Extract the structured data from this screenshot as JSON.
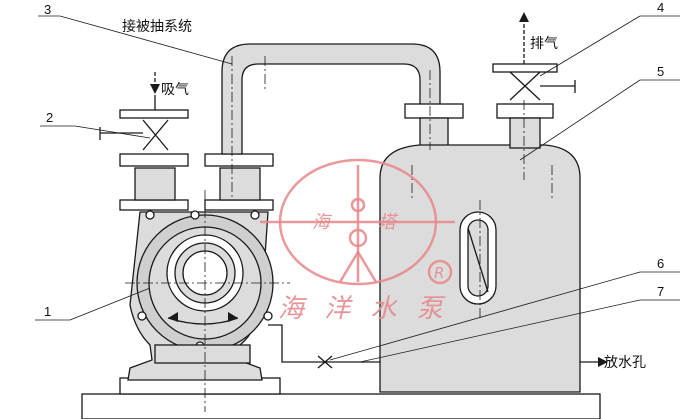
{
  "labels": {
    "connect_system": "接被抽系统",
    "suction": "吸气",
    "exhaust": "排气",
    "drain_hole": "放水孔"
  },
  "callouts": [
    "1",
    "2",
    "3",
    "4",
    "5",
    "6",
    "7"
  ],
  "watermark": {
    "left_char": "海",
    "right_char": "塔",
    "bottom_text": "海 洋 水 泵",
    "registered": "R",
    "color": "#e58a8e"
  }
}
